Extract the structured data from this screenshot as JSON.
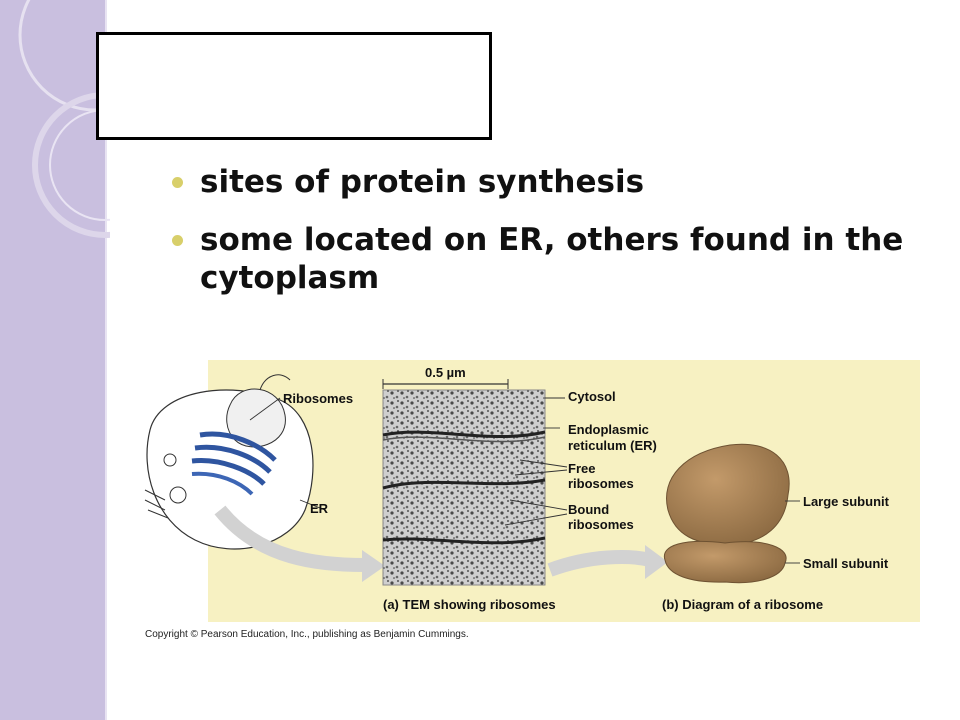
{
  "slide": {
    "title": "",
    "bullets": [
      "sites of protein synthesis",
      "some located on ER, others found in the cytoplasm"
    ]
  },
  "figure": {
    "scale_label": "0.5 µm",
    "labels": {
      "ribosomes": "Ribosomes",
      "er": "ER",
      "cytosol": "Cytosol",
      "er_full_1": "Endoplasmic",
      "er_full_2": "reticulum (ER)",
      "free_1": "Free",
      "free_2": "ribosomes",
      "bound_1": "Bound",
      "bound_2": "ribosomes",
      "large_subunit": "Large subunit",
      "small_subunit": "Small subunit"
    },
    "caption_a": "(a) TEM showing ribosomes",
    "caption_b": "(b) Diagram of a ribosome"
  },
  "copyright": "Copyright © Pearson Education, Inc., publishing as Benjamin Cummings.",
  "colors": {
    "sidebar": "#c9bfdf",
    "panel": "#f7f1c2",
    "bullet": "#d8cf6a",
    "ribosome": "#a57e4f"
  }
}
